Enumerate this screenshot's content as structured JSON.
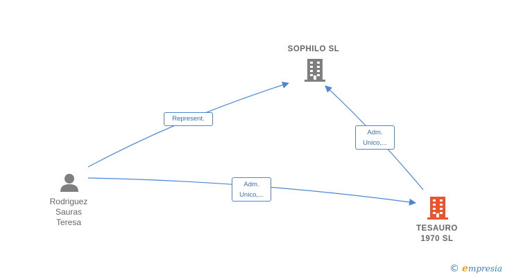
{
  "nodes": {
    "sophilo": {
      "label": "SOPHILO SL",
      "icon": "building-icon",
      "color": "#7f7f7f"
    },
    "tesauro": {
      "label_line1": "TESAURO",
      "label_line2": "1970 SL",
      "icon": "building-icon",
      "color": "#e8552e"
    },
    "person": {
      "line1": "Rodriguez",
      "line2": "Sauras",
      "line3": "Teresa",
      "icon": "person-icon",
      "color": "#7f7f7f"
    }
  },
  "edges": {
    "person_to_sophilo": {
      "label": "Represent."
    },
    "tesauro_to_sophilo": {
      "line1": "Adm.",
      "line2": "Unico,..."
    },
    "person_to_tesauro": {
      "line1": "Adm.",
      "line2": "Unico,..."
    }
  },
  "colors": {
    "edge": "#4a86d6",
    "label_text": "#3a6db8"
  },
  "brand": {
    "copyright": "©",
    "initial": "e",
    "rest": "mpresia"
  }
}
